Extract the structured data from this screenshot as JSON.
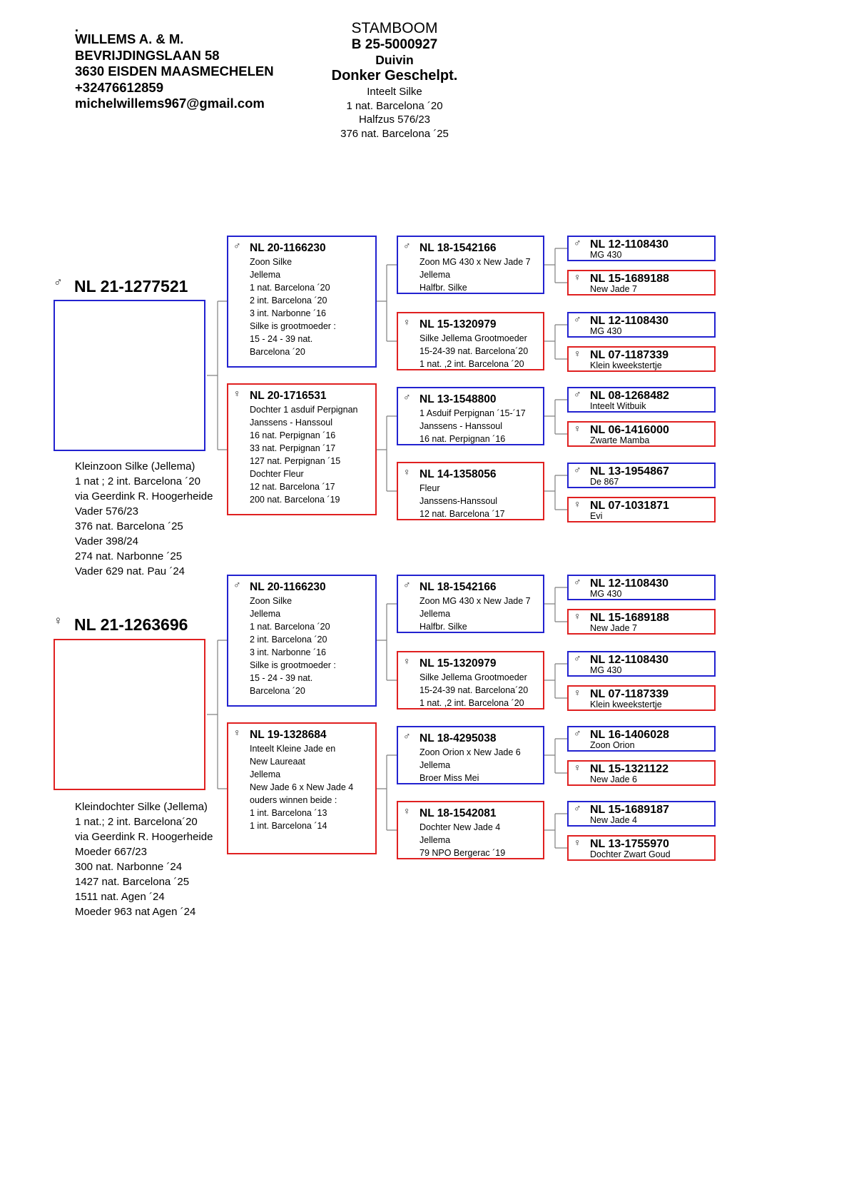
{
  "icons": {
    "male": "♂",
    "female": "♀"
  },
  "colors": {
    "male_border": "#2222d0",
    "female_border": "#e02020"
  },
  "header": {
    "dot": ".",
    "owner_lines": [
      "WILLEMS A. & M.",
      "BEVRIJDINGSLAAN 58",
      "3630 EISDEN MAASMECHELEN",
      "+32476612859",
      "michelwillems967@gmail.com"
    ],
    "title": "STAMBOOM",
    "ring": "B 25-5000927",
    "sex": "Duivin",
    "color": "Donker Geschelpt.",
    "notes": [
      "Inteelt Silke",
      "1 nat. Barcelona ´20",
      "Halfzus 576/23",
      "376 nat. Barcelona ´25"
    ]
  },
  "subjects": [
    {
      "sex": "male",
      "ring": "NL 21-1277521",
      "notes": [
        "Kleinzoon Silke (Jellema)",
        "1 nat ; 2 int. Barcelona ´20",
        "via Geerdink R. Hoogerheide",
        "Vader 576/23",
        "376 nat. Barcelona ´25",
        "Vader 398/24",
        "274 nat. Narbonne ´25",
        "Vader 629 nat. Pau ´24"
      ]
    },
    {
      "sex": "female",
      "ring": "NL 21-1263696",
      "notes": [
        "Kleindochter Silke (Jellema)",
        "1 nat.; 2 int. Barcelona´20",
        "via Geerdink R. Hoogerheide",
        "Moeder 667/23",
        "300 nat. Narbonne ´24",
        "1427 nat. Barcelona ´25",
        "1511  nat. Agen ´24",
        "Moeder 963 nat Agen ´24"
      ]
    }
  ],
  "gen2": [
    {
      "sex": "male",
      "ring": "NL 20-1166230",
      "lines": [
        "Zoon Silke",
        "Jellema",
        "1 nat. Barcelona ´20",
        "2 int. Barcelona ´20",
        "3 int. Narbonne ´16",
        "Silke is grootmoeder :",
        "15 - 24 - 39 nat.",
        "Barcelona ´20"
      ]
    },
    {
      "sex": "female",
      "ring": "NL 20-1716531",
      "lines": [
        "Dochter 1 asduif Perpignan",
        "Janssens - Hanssoul",
        "16 nat. Perpignan ´16",
        "33 nat. Perpignan ´17",
        "127 nat. Perpignan ´15",
        "Dochter Fleur",
        "12 nat. Barcelona ´17",
        "200 nat. Barcelona ´19"
      ]
    },
    {
      "sex": "male",
      "ring": "NL 20-1166230",
      "lines": [
        "Zoon Silke",
        "Jellema",
        "1 nat. Barcelona ´20",
        "2 int. Barcelona ´20",
        "3 int. Narbonne ´16",
        "Silke is grootmoeder :",
        "15 - 24 - 39 nat.",
        "Barcelona ´20"
      ]
    },
    {
      "sex": "female",
      "ring": "NL 19-1328684",
      "lines": [
        "Inteelt Kleine Jade en",
        "New Laureaat",
        "Jellema",
        "New Jade 6 x New Jade 4",
        "ouders winnen beide :",
        "1 int. Barcelona ´13",
        "1 int. Barcelona ´14"
      ]
    }
  ],
  "gen3": [
    {
      "sex": "male",
      "ring": "NL 18-1542166",
      "lines": [
        "Zoon MG 430 x New Jade 7",
        "Jellema",
        "Halfbr. Silke"
      ]
    },
    {
      "sex": "female",
      "ring": "NL 15-1320979",
      "lines": [
        "Silke Jellema Grootmoeder",
        "15-24-39 nat. Barcelona´20",
        "1 nat. ,2 int. Barcelona ´20"
      ]
    },
    {
      "sex": "male",
      "ring": "NL 13-1548800",
      "lines": [
        "1 Asduif Perpignan ´15-´17",
        "Janssens - Hanssoul",
        "16 nat. Perpignan ´16"
      ]
    },
    {
      "sex": "female",
      "ring": "NL 14-1358056",
      "lines": [
        "Fleur",
        "Janssens-Hanssoul",
        "12 nat. Barcelona ´17"
      ]
    },
    {
      "sex": "male",
      "ring": "NL 18-1542166",
      "lines": [
        "Zoon MG 430 x New Jade 7",
        "Jellema",
        "Halfbr. Silke"
      ]
    },
    {
      "sex": "female",
      "ring": "NL 15-1320979",
      "lines": [
        "Silke Jellema Grootmoeder",
        "15-24-39 nat. Barcelona´20",
        "1 nat. ,2 int. Barcelona ´20"
      ]
    },
    {
      "sex": "male",
      "ring": "NL 18-4295038",
      "lines": [
        "Zoon Orion x New Jade 6",
        "Jellema",
        "Broer Miss Mei"
      ]
    },
    {
      "sex": "female",
      "ring": "NL 18-1542081",
      "lines": [
        "Dochter New Jade 4",
        "Jellema",
        "79 NPO Bergerac ´19"
      ]
    }
  ],
  "gen4": [
    {
      "sex": "male",
      "ring": "NL 12-1108430",
      "name": "MG 430"
    },
    {
      "sex": "female",
      "ring": "NL 15-1689188",
      "name": "New Jade 7"
    },
    {
      "sex": "male",
      "ring": "NL 12-1108430",
      "name": "MG 430"
    },
    {
      "sex": "female",
      "ring": "NL 07-1187339",
      "name": "Klein kweekstertje"
    },
    {
      "sex": "male",
      "ring": "NL 08-1268482",
      "name": "Inteelt Witbuik"
    },
    {
      "sex": "female",
      "ring": "NL 06-1416000",
      "name": "Zwarte Mamba"
    },
    {
      "sex": "male",
      "ring": "NL 13-1954867",
      "name": "De 867"
    },
    {
      "sex": "female",
      "ring": "NL 07-1031871",
      "name": "Evi"
    },
    {
      "sex": "male",
      "ring": "NL 12-1108430",
      "name": "MG 430"
    },
    {
      "sex": "female",
      "ring": "NL 15-1689188",
      "name": "New Jade 7"
    },
    {
      "sex": "male",
      "ring": "NL 12-1108430",
      "name": "MG 430"
    },
    {
      "sex": "female",
      "ring": "NL 07-1187339",
      "name": "Klein kweekstertje"
    },
    {
      "sex": "male",
      "ring": "NL 16-1406028",
      "name": "Zoon Orion"
    },
    {
      "sex": "female",
      "ring": "NL 15-1321122",
      "name": "New Jade 6"
    },
    {
      "sex": "male",
      "ring": "NL 15-1689187",
      "name": "New Jade 4"
    },
    {
      "sex": "female",
      "ring": "NL 13-1755970",
      "name": "Dochter Zwart Goud"
    }
  ]
}
